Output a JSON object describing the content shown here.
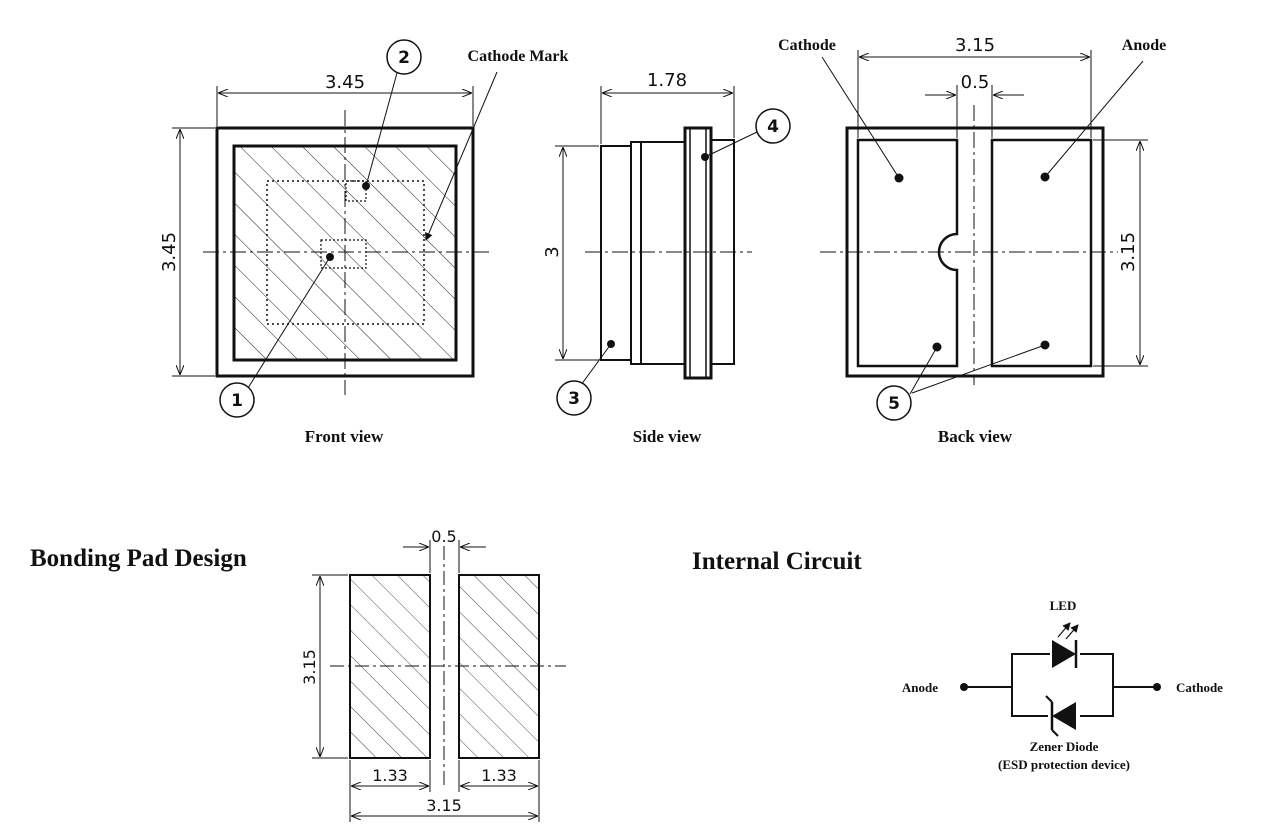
{
  "front_view": {
    "caption": "Front view",
    "cathode_mark_label": "Cathode Mark",
    "width_dim": "3.45",
    "height_dim": "3.45",
    "callouts": [
      "1",
      "2"
    ]
  },
  "side_view": {
    "caption": "Side view",
    "width_dim": "1.78",
    "height_dim": "3",
    "callouts": [
      "3",
      "4"
    ]
  },
  "back_view": {
    "caption": "Back view",
    "cathode_label": "Cathode",
    "anode_label": "Anode",
    "width_dim": "3.15",
    "gap_dim": "0.5",
    "height_dim": "3.15",
    "callouts": [
      "5"
    ]
  },
  "bonding_pad": {
    "heading": "Bonding Pad Design",
    "gap_dim": "0.5",
    "height_dim": "3.15",
    "pad_left_dim": "1.33",
    "pad_right_dim": "1.33",
    "total_width_dim": "3.15"
  },
  "internal_circuit": {
    "heading": "Internal Circuit",
    "led_label": "LED",
    "anode_label": "Anode",
    "cathode_label": "Cathode",
    "zener_label": "Zener Diode",
    "zener_sublabel": "(ESD protection device)"
  }
}
